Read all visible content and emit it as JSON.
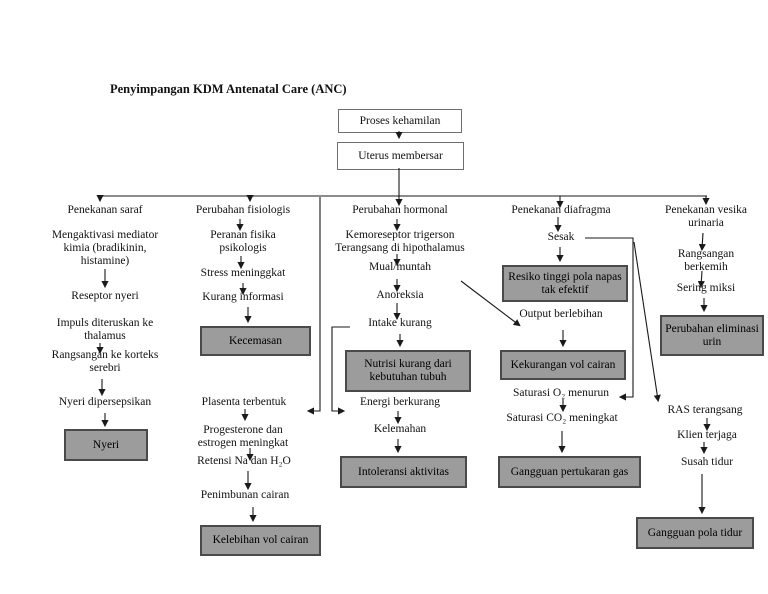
{
  "title": "Penyimpangan KDM Antenatal Care (ANC)",
  "flow": {
    "proses": "Proses kehamilan",
    "uterus": "Uterus membersar"
  },
  "col1": {
    "header": "Penekanan saraf",
    "mediator": "Mengaktivasi mediator kimia (bradikinin, histamine)",
    "reseptor": "Reseptor nyeri",
    "impuls": "Impuls diteruskan ke thalamus",
    "korteks": "Rangsangan ke korteks serebri",
    "persepsi": "Nyeri dipersepsikan",
    "dx": "Nyeri"
  },
  "col2": {
    "header": "Perubahan fisiologis",
    "peranan": "Peranan fisika psikologis",
    "stress": "Stress meninggkat",
    "kurang_informasi": "Kurang informasi",
    "dx1": "Kecemasan",
    "plasenta": "Plasenta terbentuk",
    "progesterone": "Progesterone dan estrogen meningkat",
    "retensi": "Retensi Na dan H₂O",
    "penimbunan": "Penimbunan cairan",
    "dx2": "Kelebihan vol cairan"
  },
  "col3": {
    "header": "Perubahan hormonal",
    "kemoreseptor": "Kemoreseptor trigerson Terangsang di hipothalamus",
    "mual": "Mual/muntah",
    "anoreksia": "Anoreksia",
    "intake": "Intake kurang",
    "dx1": "Nutrisi kurang dari kebutuhan tubuh",
    "energi": "Energi berkurang",
    "kelemahan": "Kelemahan",
    "dx2": "Intoleransi aktivitas"
  },
  "col4": {
    "header": "Penekanan diafragma",
    "sesak": "Sesak",
    "dx1": "Resiko tinggi pola napas tak efektif",
    "output": "Output berlebihan",
    "dx2": "Kekurangan vol cairan",
    "saturasi_o2": "Saturasi O₂ menurun",
    "saturasi_co2": "Saturasi CO₂ meningkat",
    "dx3": "Gangguan pertukaran gas"
  },
  "col5": {
    "header": "Penekanan vesika urinaria",
    "rangsangan": "Rangsangan berkemih",
    "miksi": "Sering miksi",
    "dx1": "Perubahan eliminasi urin",
    "ras": "RAS terangsang",
    "terjaga": "Klien terjaga",
    "susah": "Susah tidur",
    "dx2": "Gangguan pola tidur"
  },
  "colors": {
    "background": "#ffffff",
    "diagnosis_fill": "#9c9c9c",
    "diagnosis_border": "#4a4a4a",
    "line": "#1a1a1a"
  }
}
